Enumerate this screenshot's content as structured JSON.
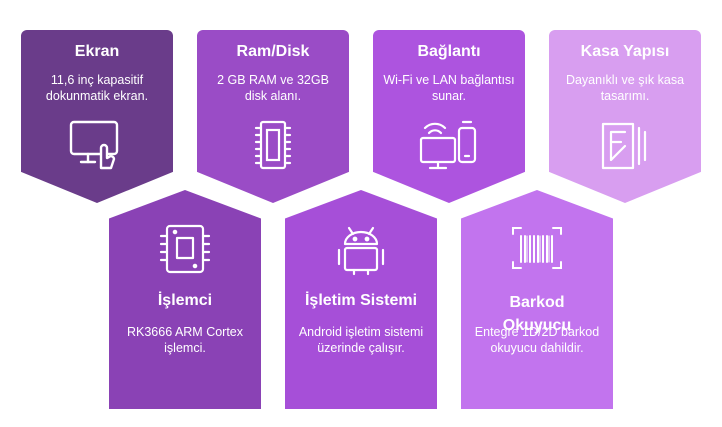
{
  "cards": [
    {
      "title": "Ekran",
      "desc": "11,6 inç kapasitif dokunmatik ekran.",
      "icon": "touchscreen-icon"
    },
    {
      "title": "Ram/Disk",
      "desc": "2 GB RAM ve 32GB disk alanı.",
      "icon": "memory-chip-icon"
    },
    {
      "title": "Bağlantı",
      "desc": "Wi-Fi ve LAN bağlantısı sunar.",
      "icon": "wifi-lan-icon"
    },
    {
      "title": "Kasa Yapısı",
      "desc": "Dayanıklı ve şık kasa tasarımı.",
      "icon": "case-design-icon"
    },
    {
      "title": "İşlemci",
      "desc": "RK3666 ARM Cortex işlemci.",
      "icon": "processor-icon"
    },
    {
      "title": "İşletim Sistemi",
      "desc": "Android işletim sistemi üzerinde çalışır.",
      "icon": "android-icon"
    },
    {
      "title": "Barkod Okuyucu",
      "desc": "Entegre 1D/2D barkod okuyucu dahildir.",
      "icon": "barcode-icon"
    }
  ],
  "colors": {
    "ekran": "#6a3c8a",
    "ram": "#9a4cc6",
    "baglanti": "#ad54df",
    "kasa": "#d89ef0",
    "islemci": "#8a42b5",
    "isletim": "#a64fd8",
    "barkod": "#c274ee"
  }
}
